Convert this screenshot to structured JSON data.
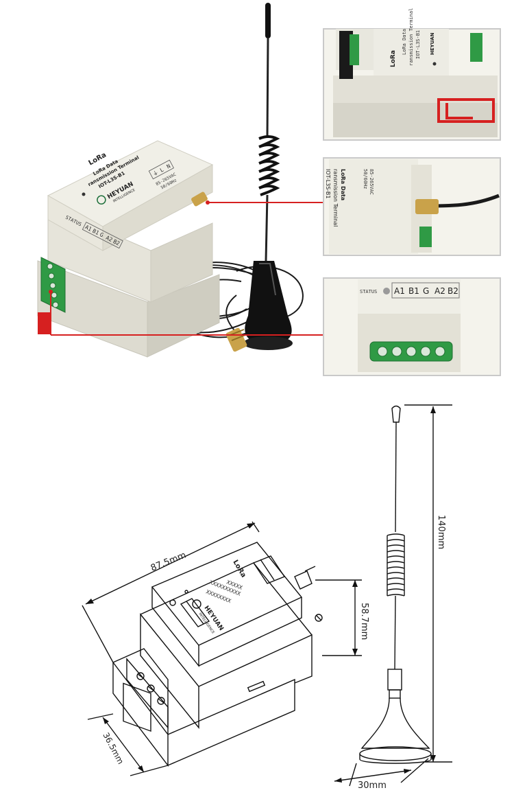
{
  "device": {
    "brand": "LoRa",
    "product_line1": "LoRa Data",
    "product_line2": "ransmission Terminal",
    "model": "IOT-L3S-B1",
    "maker": "HEYUAN",
    "maker_sub": "INTELLIGENCE",
    "power_spec": "85-265VAC",
    "power_freq": "50/60Hz",
    "terminal_L": "L",
    "terminal_N": "N",
    "terminal_ground": "⏚"
  },
  "rs485": {
    "status": "STATUS",
    "labels": [
      "A1",
      "B1",
      "G",
      "A2",
      "B2"
    ]
  },
  "dimensions": {
    "length": "87.5mm",
    "height": "58.7mm",
    "depth": "36.5mm",
    "antenna_height": "140mm",
    "antenna_base": "30mm"
  },
  "drawing_text": {
    "brand": "LoRa",
    "line1": "XXXXX",
    "line2": "XXXXXXXXXX",
    "line3": "XXXXXXXX",
    "maker": "HEYUAN",
    "maker_sub": "INTELLIGENCE"
  },
  "colors": {
    "callout": "#d62020",
    "terminal_green": "#2f9a45",
    "device_body": "#ecebe2",
    "frame_border": "#c9c9c9",
    "line_art": "#111111"
  }
}
